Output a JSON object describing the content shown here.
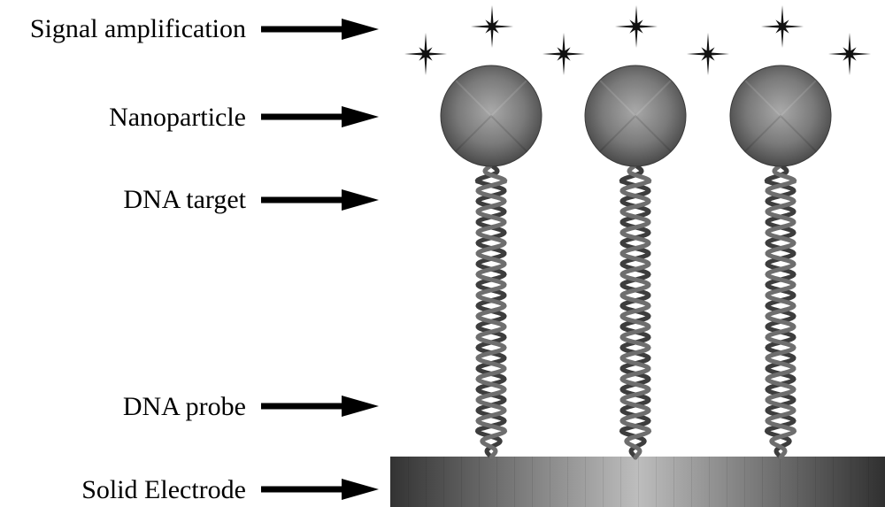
{
  "labels": {
    "signal": "Signal amplification",
    "nanoparticle": "Nanoparticle",
    "dna_target": "DNA target",
    "dna_probe": "DNA probe",
    "electrode": "Solid Electrode"
  },
  "strands": 3,
  "stars": 7,
  "colors": {
    "text": "#000000",
    "arrow": "#000000",
    "helix_strand_dark": "#3d3d3d",
    "helix_strand_mid": "#6e6e6e",
    "nanoparticle_center": "#a0a0a0",
    "nanoparticle_edge": "#4a4a4a",
    "electrode_dark": "#333333",
    "electrode_light": "#bdbdbd"
  }
}
